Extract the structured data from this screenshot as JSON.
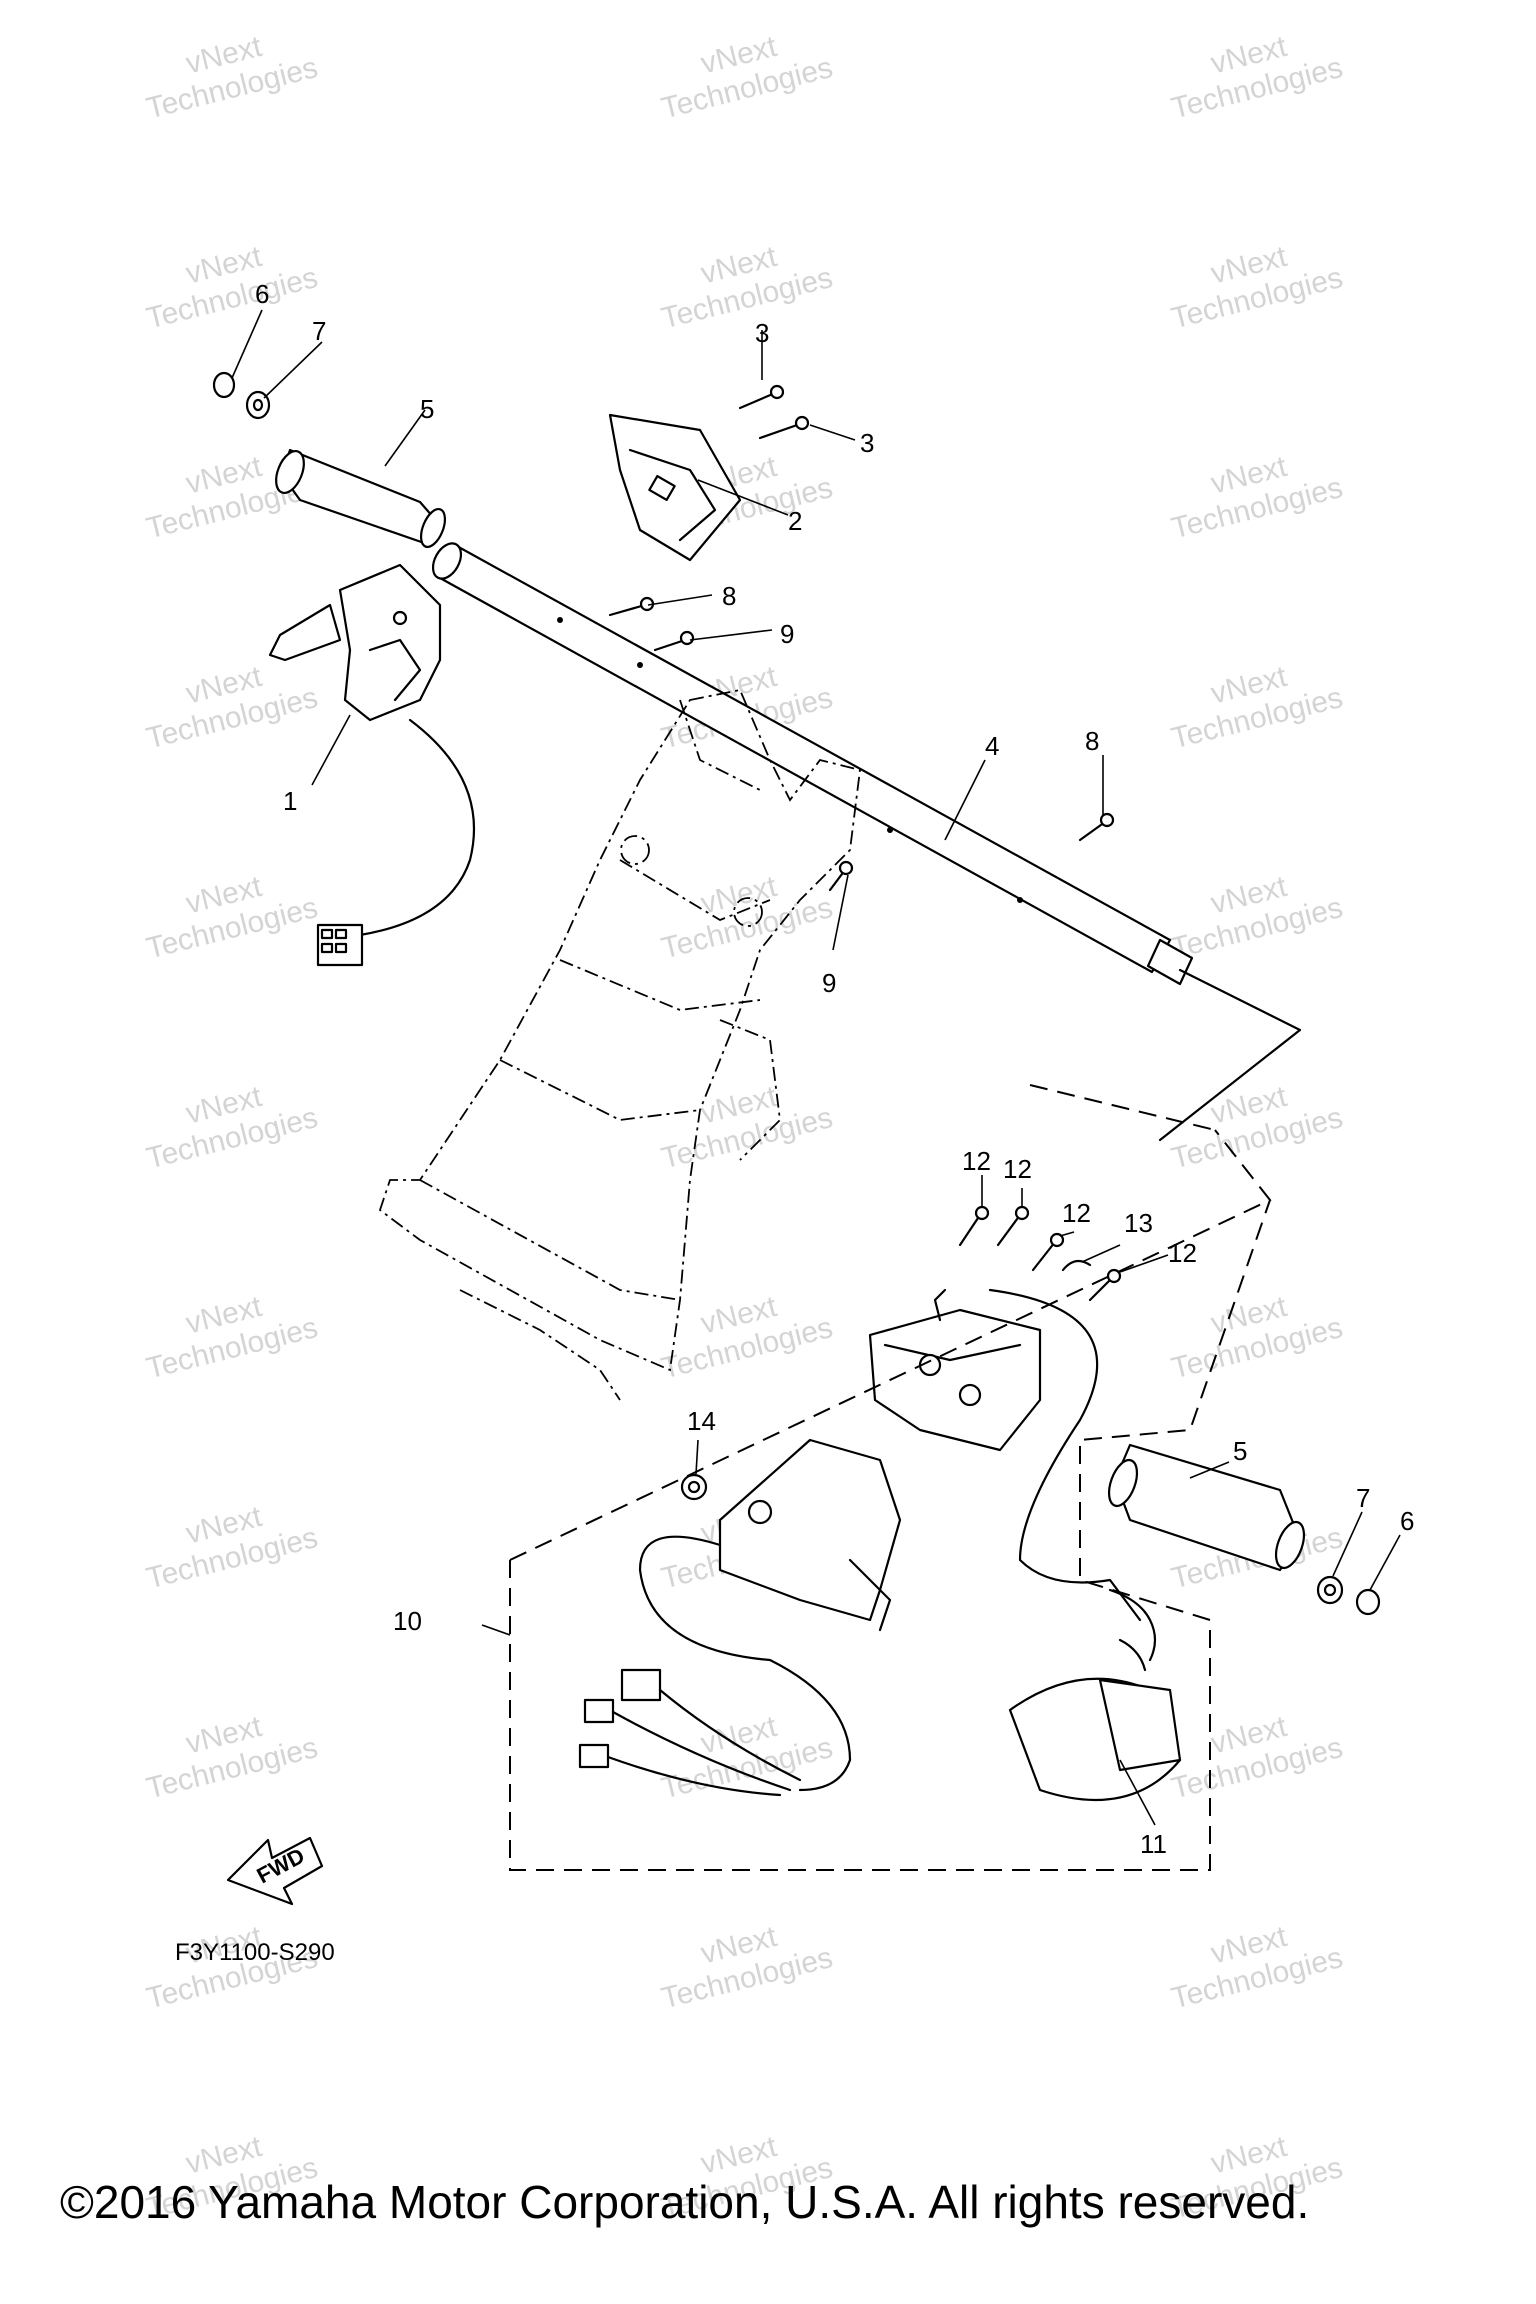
{
  "watermark": {
    "line1": "vNext",
    "line2": "Technologies"
  },
  "callouts": {
    "c1": "1",
    "c2": "2",
    "c3a": "3",
    "c3b": "3",
    "c4": "4",
    "c5a": "5",
    "c5b": "5",
    "c6a": "6",
    "c6b": "6",
    "c7a": "7",
    "c7b": "7",
    "c8a": "8",
    "c8b": "8",
    "c9a": "9",
    "c9b": "9",
    "c10": "10",
    "c11": "11",
    "c12a": "12",
    "c12b": "12",
    "c12c": "12",
    "c12d": "12",
    "c13": "13",
    "c14": "14"
  },
  "fwd_label": "FWD",
  "part_code": "F3Y1100-S290",
  "copyright": "©2016 Yamaha Motor Corporation, U.S.A. All rights reserved."
}
